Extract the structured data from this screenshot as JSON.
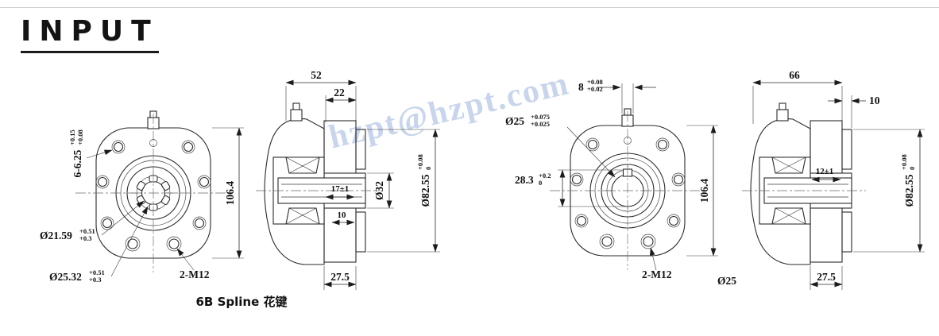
{
  "title": "INPUT",
  "watermark": "hzpt@hzpt.com",
  "colors": {
    "line": "#2b2b2b",
    "watermark": "#7b9bd2"
  },
  "left_front": {
    "holes": {
      "v": "6-6.25",
      "up": "+0.15",
      "dn": "+0.08"
    },
    "height": "106.4",
    "spline_minor": {
      "v": "Ø21.59",
      "up": "+0.51",
      "dn": "+0.3"
    },
    "spline_major": {
      "v": "Ø25.32",
      "up": "+0.51",
      "dn": "+0.3"
    },
    "thread": "2-M12",
    "caption": "6B Spline 花键"
  },
  "left_side": {
    "overall": "52",
    "pilot": "22",
    "depth": "17±1",
    "bore": "Ø32",
    "spigot": {
      "v": "Ø82.55",
      "up": "+0.08",
      "dn": "0"
    },
    "step": "10",
    "flange": "27.5"
  },
  "right_front": {
    "key_width": {
      "v": "8",
      "up": "+0.08",
      "dn": "+0.02"
    },
    "shaft": {
      "v": "Ø25",
      "up": "+0.075",
      "dn": "+0.025"
    },
    "key_depth": {
      "v": "28.3",
      "up": "+0.2",
      "dn": "0"
    },
    "height": "106.4",
    "thread": "2-M12",
    "shaft_label": "Ø25"
  },
  "right_side": {
    "overall": "66",
    "step": "10",
    "depth": "12±1",
    "spigot": {
      "v": "Ø82.55",
      "up": "+0.08",
      "dn": "0"
    },
    "flange": "27.5"
  }
}
